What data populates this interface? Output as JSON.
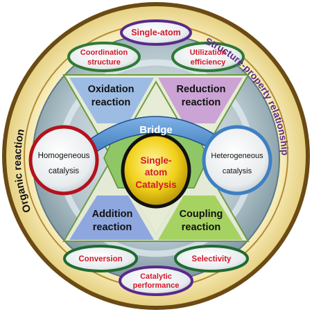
{
  "center": {
    "line1": "Single-",
    "line2": "atom",
    "line3": "Catalysis"
  },
  "bridge_label": "Bridge",
  "reactions": {
    "oxidation": {
      "line1": "Oxidation",
      "line2": "reaction"
    },
    "reduction": {
      "line1": "Reduction",
      "line2": "reaction"
    },
    "addition": {
      "line1": "Addition",
      "line2": "reaction"
    },
    "coupling": {
      "line1": "Coupling",
      "line2": "reaction"
    }
  },
  "catalysis": {
    "homogeneous": {
      "line1": "Homogeneous",
      "line2": "catalysis"
    },
    "heterogeneous": {
      "line1": "Heterogeneous",
      "line2": "catalysis"
    }
  },
  "ring": {
    "left_label": "Organic reaction",
    "right_label": "Structure-property relationship"
  },
  "top_ovals": {
    "single_atom": "Single-atom",
    "coordination": {
      "line1": "Coordination",
      "line2": "structure"
    },
    "utilization": {
      "line1": "Utilization",
      "line2": "efficiency"
    }
  },
  "bottom_ovals": {
    "conversion": "Conversion",
    "selectivity": "Selectivity",
    "catalytic": {
      "line1": "Catalytic",
      "line2": "performance"
    }
  },
  "colors": {
    "ring_outer": "#7a5a1f",
    "ring_fill": "#f2e6a6",
    "disc": "#b9c8ce",
    "star_green": "#7ab84a",
    "oxidation_fill": "#8fb4e6",
    "reduction_fill": "#c596d4",
    "addition_fill": "#7f9be0",
    "coupling_fill": "#9fcf55",
    "bridge": "#3c7ec4",
    "center": "#f2d21c",
    "text_red": "#d3182b"
  }
}
